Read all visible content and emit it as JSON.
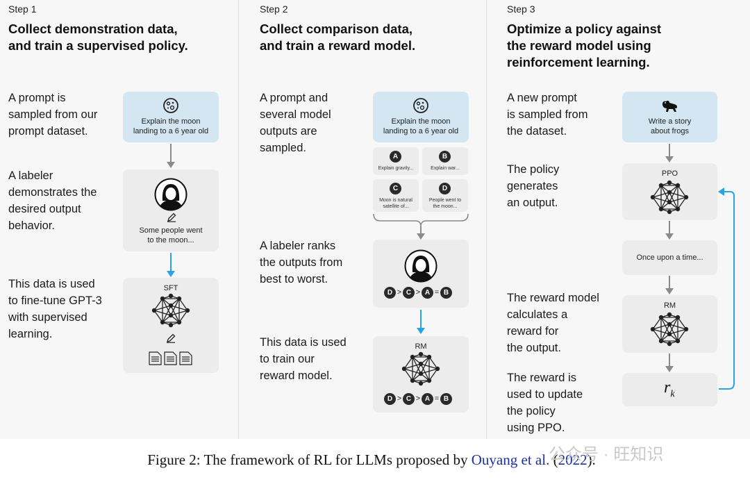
{
  "steps": [
    {
      "step_label": "Step 1",
      "title_lines": [
        "Collect demonstration data,",
        "and train a supervised policy."
      ],
      "descriptions": [
        {
          "lines": [
            "A prompt is",
            "sampled from our",
            "prompt dataset."
          ]
        },
        {
          "lines": [
            "A labeler",
            "demonstrates the",
            "desired output",
            "behavior."
          ]
        },
        {
          "lines": [
            "This data is used",
            "to fine-tune GPT-3",
            "with supervised",
            "learning."
          ]
        }
      ],
      "prompt_box": {
        "icon": "moon-icon",
        "lines": [
          "Explain the moon",
          "landing to a 6 year old"
        ]
      },
      "labeler_box": {
        "icon": "person-icon",
        "lines": [
          "Some people went",
          "to the moon..."
        ]
      },
      "model_box": {
        "label": "SFT",
        "icon": "neural-network-icon"
      }
    },
    {
      "step_label": "Step 2",
      "title_lines": [
        "Collect comparison data,",
        "and train a reward model."
      ],
      "descriptions": [
        {
          "lines": [
            "A prompt and",
            "several model",
            "outputs are",
            "sampled."
          ]
        },
        {
          "lines": [
            "A labeler ranks",
            "the outputs from",
            "best to worst."
          ]
        },
        {
          "lines": [
            "This data is used",
            "to train our",
            "reward model."
          ]
        }
      ],
      "prompt_box": {
        "icon": "moon-icon",
        "lines": [
          "Explain the moon",
          "landing to a 6 year old"
        ]
      },
      "outputs": [
        {
          "letter": "A",
          "lines": [
            "Explain gravity..."
          ]
        },
        {
          "letter": "B",
          "lines": [
            "Explain war..."
          ]
        },
        {
          "letter": "C",
          "lines": [
            "Moon is natural",
            "satellite of..."
          ]
        },
        {
          "letter": "D",
          "lines": [
            "People went to",
            "the moon..."
          ]
        }
      ],
      "ranking": [
        "D",
        ">",
        "C",
        ">",
        "A",
        "=",
        "B"
      ],
      "model_box": {
        "label": "RM",
        "icon": "neural-network-icon"
      }
    },
    {
      "step_label": "Step 3",
      "title_lines": [
        "Optimize a policy against",
        "the reward model using",
        "reinforcement learning."
      ],
      "descriptions": [
        {
          "lines": [
            "A new prompt",
            "is sampled from",
            "the dataset."
          ]
        },
        {
          "lines": [
            "The policy",
            "generates",
            "an output."
          ]
        },
        {
          "lines": [
            "The reward model",
            "calculates a",
            "reward for",
            "the output."
          ]
        },
        {
          "lines": [
            "The reward is",
            "used to update",
            "the policy",
            "using PPO."
          ]
        }
      ],
      "prompt_box": {
        "icon": "frog-icon",
        "lines": [
          "Write a story",
          "about frogs"
        ]
      },
      "policy_box": {
        "label": "PPO",
        "icon": "neural-network-icon"
      },
      "output_box": {
        "text": "Once upon a time..."
      },
      "reward_box": {
        "label": "RM",
        "icon": "neural-network-icon"
      },
      "reward_symbol": {
        "base": "r",
        "subscript": "k"
      }
    }
  ],
  "caption": {
    "prefix": "Figure 2: The framework of RL for LLMs proposed by ",
    "link_text": "Ouyang et al.",
    "middle": " (",
    "year": "2022",
    "suffix": ")."
  },
  "watermark": "公众号 · 旺知识",
  "colors": {
    "accent_arrow": "#2aa2e6",
    "prompt_box": "#d3e6f2",
    "box": "#ececec",
    "gray_arrow": "#8a8a8a"
  }
}
